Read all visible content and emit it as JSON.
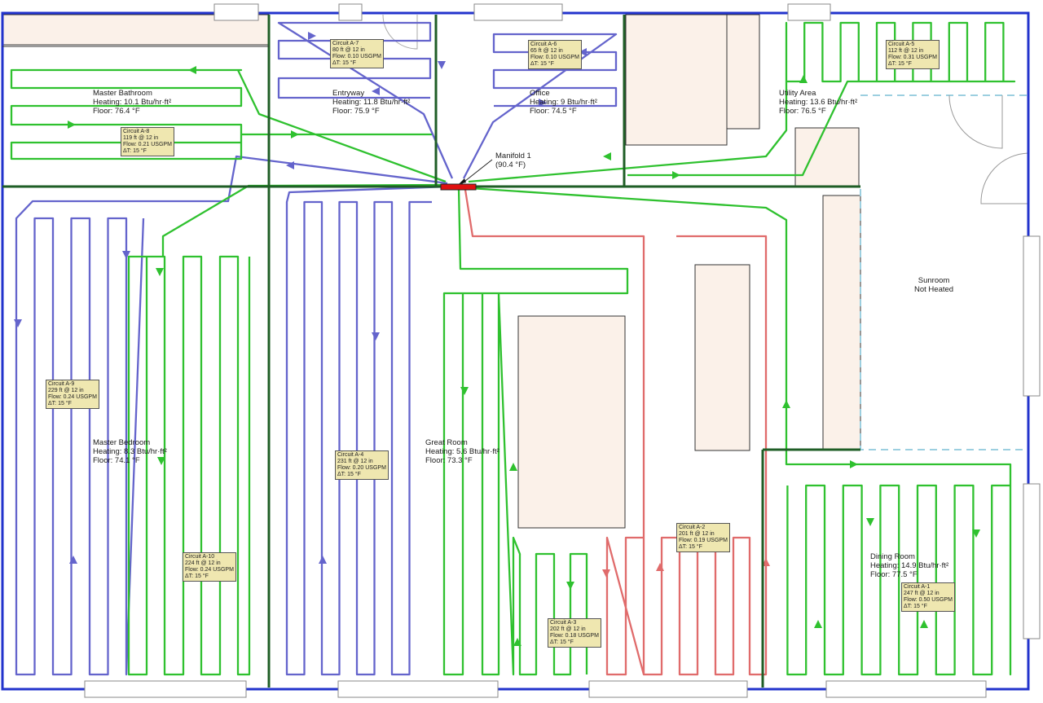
{
  "colors": {
    "wall_outer": "#2233cc",
    "wall_inner": "#1f5e26",
    "loop_blue": "#6464cc",
    "loop_green": "#2fc12f",
    "loop_red": "#e06b6b",
    "furniture_fill": "#fbf1e9",
    "tag_fill": "#efe7b0",
    "sunroom_dash": "#9ccfe0",
    "manifold": "#e01010"
  },
  "manifold": {
    "name": "Manifold 1",
    "temp": "(90.4 °F)"
  },
  "rooms": [
    {
      "id": "master-bathroom",
      "name": "Master Bathroom",
      "heating": "Heating: 10.1 Btu/hr·ft²",
      "floor": "Floor: 76.4 °F"
    },
    {
      "id": "entryway",
      "name": "Entryway",
      "heating": "Heating: 11.8 Btu/hr·ft²",
      "floor": "Floor: 75.9 °F"
    },
    {
      "id": "office",
      "name": "Office",
      "heating": "Heating: 9 Btu/hr·ft²",
      "floor": "Floor: 74.5 °F"
    },
    {
      "id": "utility-area",
      "name": "Utility Area",
      "heating": "Heating: 13.6 Btu/hr·ft²",
      "floor": "Floor: 76.5 °F"
    },
    {
      "id": "sunroom",
      "name": "Sunroom",
      "heating": "Not Heated",
      "floor": ""
    },
    {
      "id": "master-bedroom",
      "name": "Master Bedroom",
      "heating": "Heating: 8.3 Btu/hr·ft²",
      "floor": "Floor: 74.1 °F"
    },
    {
      "id": "great-room",
      "name": "Great Room",
      "heating": "Heating: 5.6 Btu/hr·ft²",
      "floor": "Floor: 73.3 °F"
    },
    {
      "id": "dining-room",
      "name": "Dining Room",
      "heating": "Heating: 14.9 Btu/hr·ft²",
      "floor": "Floor: 77.5 °F"
    }
  ],
  "circuits": [
    {
      "id": "A-7",
      "name": "Circuit A-7",
      "length": "80 ft @ 12 in",
      "flow": "Flow: 0.10 USGPM",
      "dt": "ΔT: 15 °F"
    },
    {
      "id": "A-6",
      "name": "Circuit A-6",
      "length": "65 ft @ 12 in",
      "flow": "Flow: 0.10 USGPM",
      "dt": "ΔT: 15 °F"
    },
    {
      "id": "A-5",
      "name": "Circuit A-5",
      "length": "112 ft @ 12 in",
      "flow": "Flow: 0.31 USGPM",
      "dt": "ΔT: 15 °F"
    },
    {
      "id": "A-8",
      "name": "Circuit A-8",
      "length": "119 ft @ 12 in",
      "flow": "Flow: 0.21 USGPM",
      "dt": "ΔT: 15 °F"
    },
    {
      "id": "A-9",
      "name": "Circuit A-9",
      "length": "229 ft @ 12 in",
      "flow": "Flow: 0.24 USGPM",
      "dt": "ΔT: 15 °F"
    },
    {
      "id": "A-4",
      "name": "Circuit A-4",
      "length": "231 ft @ 12 in",
      "flow": "Flow: 0.20 USGPM",
      "dt": "ΔT: 15 °F"
    },
    {
      "id": "A-10",
      "name": "Circuit A-10",
      "length": "224 ft @ 12 in",
      "flow": "Flow: 0.24 USGPM",
      "dt": "ΔT: 15 °F"
    },
    {
      "id": "A-2",
      "name": "Circuit A-2",
      "length": "201 ft @ 12 in",
      "flow": "Flow: 0.19 USGPM",
      "dt": "ΔT: 15 °F"
    },
    {
      "id": "A-3",
      "name": "Circuit A-3",
      "length": "202 ft @ 12 in",
      "flow": "Flow: 0.18 USGPM",
      "dt": "ΔT: 15 °F"
    },
    {
      "id": "A-1",
      "name": "Circuit A-1",
      "length": "247 ft @ 12 in",
      "flow": "Flow: 0.50 USGPM",
      "dt": "ΔT: 15 °F"
    }
  ]
}
